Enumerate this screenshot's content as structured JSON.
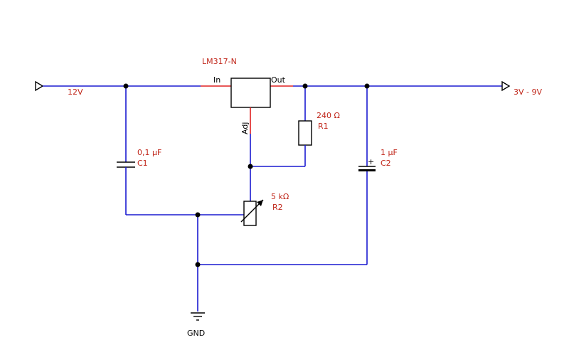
{
  "regulator": {
    "name": "LM317-N",
    "pin_in": "In",
    "pin_out": "Out",
    "pin_adj": "Adj"
  },
  "ports": {
    "input_label": "12V",
    "output_label": "3V - 9V",
    "ground_label": "GND"
  },
  "components": {
    "c1": {
      "value": "0,1 µF",
      "ref": "C1"
    },
    "c2": {
      "value": "1 µF",
      "ref": "C2"
    },
    "r1": {
      "value": "240 Ω",
      "ref": "R1"
    },
    "r2": {
      "value": "5 kΩ",
      "ref": "R2"
    }
  },
  "colors": {
    "wire": "#1a1ad0",
    "pin": "#e02020",
    "label": "#c0261a",
    "component": "#000000"
  }
}
